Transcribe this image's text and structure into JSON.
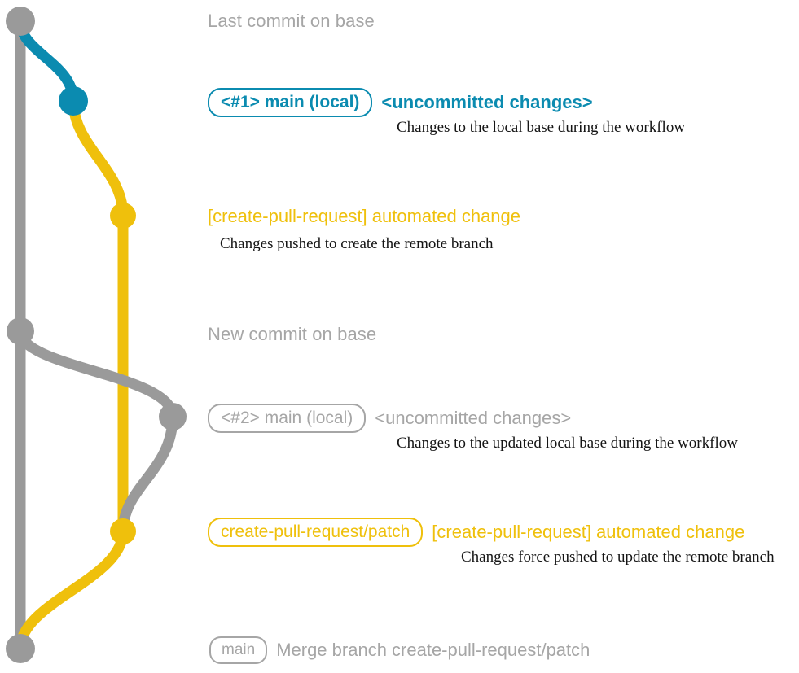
{
  "diagram": {
    "title_hidden": "git branch workflow for create-pull-request action",
    "colors": {
      "base_grey": "#9a9a9a",
      "text_grey": "#a6a6a6",
      "teal": "#0b8bb0",
      "yellow": "#efc00c",
      "note_black": "#151515",
      "background": "#ffffff"
    },
    "commits": [
      {
        "id": "last-commit-on-base",
        "node_color": "#9a9a9a",
        "badge": null,
        "subject": "Last commit on base",
        "subject_color": "#a6a6a6",
        "note": null
      },
      {
        "id": "local-1",
        "node_color": "#0b8bb0",
        "badge": "<#1> main (local)",
        "subject": "<uncommitted changes>",
        "subject_color": "#0b8bb0",
        "note": "Changes to the local base during the workflow"
      },
      {
        "id": "automated-change-1",
        "node_color": "#efc00c",
        "badge": null,
        "subject": "[create-pull-request] automated change",
        "subject_color": "#efc00c",
        "note": "Changes pushed to create the remote branch"
      },
      {
        "id": "new-commit-on-base",
        "node_color": "#9a9a9a",
        "badge": null,
        "subject": "New commit on base",
        "subject_color": "#a6a6a6",
        "note": null
      },
      {
        "id": "local-2",
        "node_color": "#9a9a9a",
        "badge": "<#2> main (local)",
        "subject": "<uncommitted changes>",
        "subject_color": "#a6a6a6",
        "note": "Changes to the updated local base during the workflow"
      },
      {
        "id": "automated-change-2",
        "node_color": "#efc00c",
        "badge": "create-pull-request/patch",
        "subject": "[create-pull-request] automated change",
        "subject_color": "#efc00c",
        "note": "Changes force pushed to update the remote branch"
      },
      {
        "id": "merge-commit",
        "node_color": "#9a9a9a",
        "badge": "main",
        "subject": "Merge branch create-pull-request/patch",
        "subject_color": "#a6a6a6",
        "note": null
      }
    ]
  }
}
